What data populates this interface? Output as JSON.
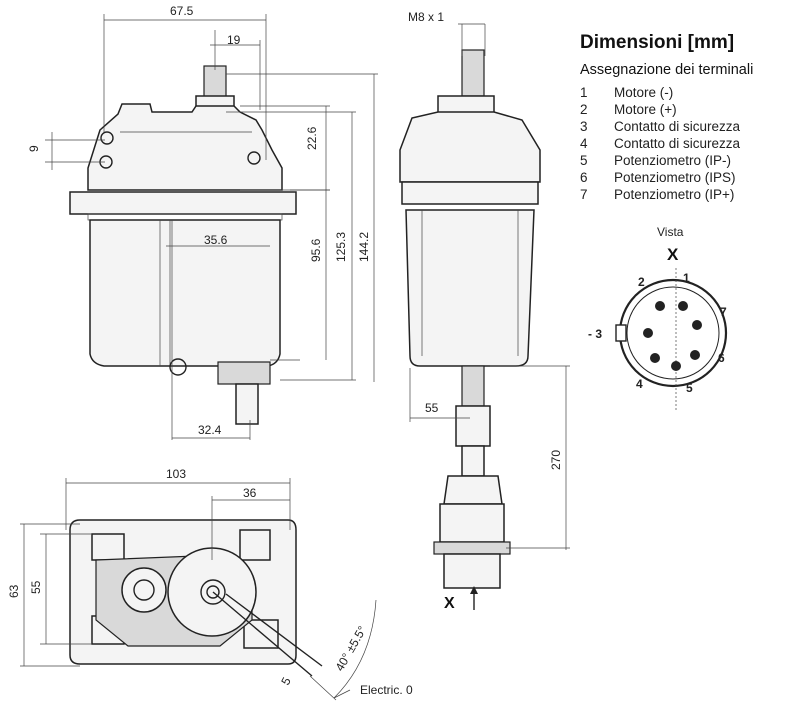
{
  "header": {
    "title": "Dimensioni [mm]",
    "subtitle": "Assegnazione dei terminali"
  },
  "terminals": [
    {
      "num": "1",
      "label": "Motore (-)"
    },
    {
      "num": "2",
      "label": "Motore (+)"
    },
    {
      "num": "3",
      "label": "Contatto di sicurezza"
    },
    {
      "num": "4",
      "label": "Contatto di sicurezza"
    },
    {
      "num": "5",
      "label": "Potenziometro (IP-)"
    },
    {
      "num": "6",
      "label": "Potenziometro (IPS)"
    },
    {
      "num": "7",
      "label": "Potenziometro (IP+)"
    }
  ],
  "connector": {
    "view_label": "Vista",
    "x_mark": "X",
    "pins": {
      "p1": "1",
      "p2": "2",
      "p3": "- 3",
      "p4": "4",
      "p5": "5",
      "p6": "6",
      "p7": "7"
    }
  },
  "dimensions": {
    "d67_5": "67.5",
    "d19": "19",
    "d9": "9",
    "d22_6": "22.6",
    "d35_6": "35.6",
    "d95_6": "95.6",
    "d125_3": "125.3",
    "d144_2": "144.2",
    "d32_4": "32.4",
    "m8": "M8 x 1",
    "d55_side": "55",
    "d270": "270",
    "d103": "103",
    "d36": "36",
    "d63": "63",
    "d55_bottom": "55",
    "d5": "5",
    "angle": "40° ±5.5°",
    "electric": "Electric. 0",
    "x_arrow": "X"
  }
}
